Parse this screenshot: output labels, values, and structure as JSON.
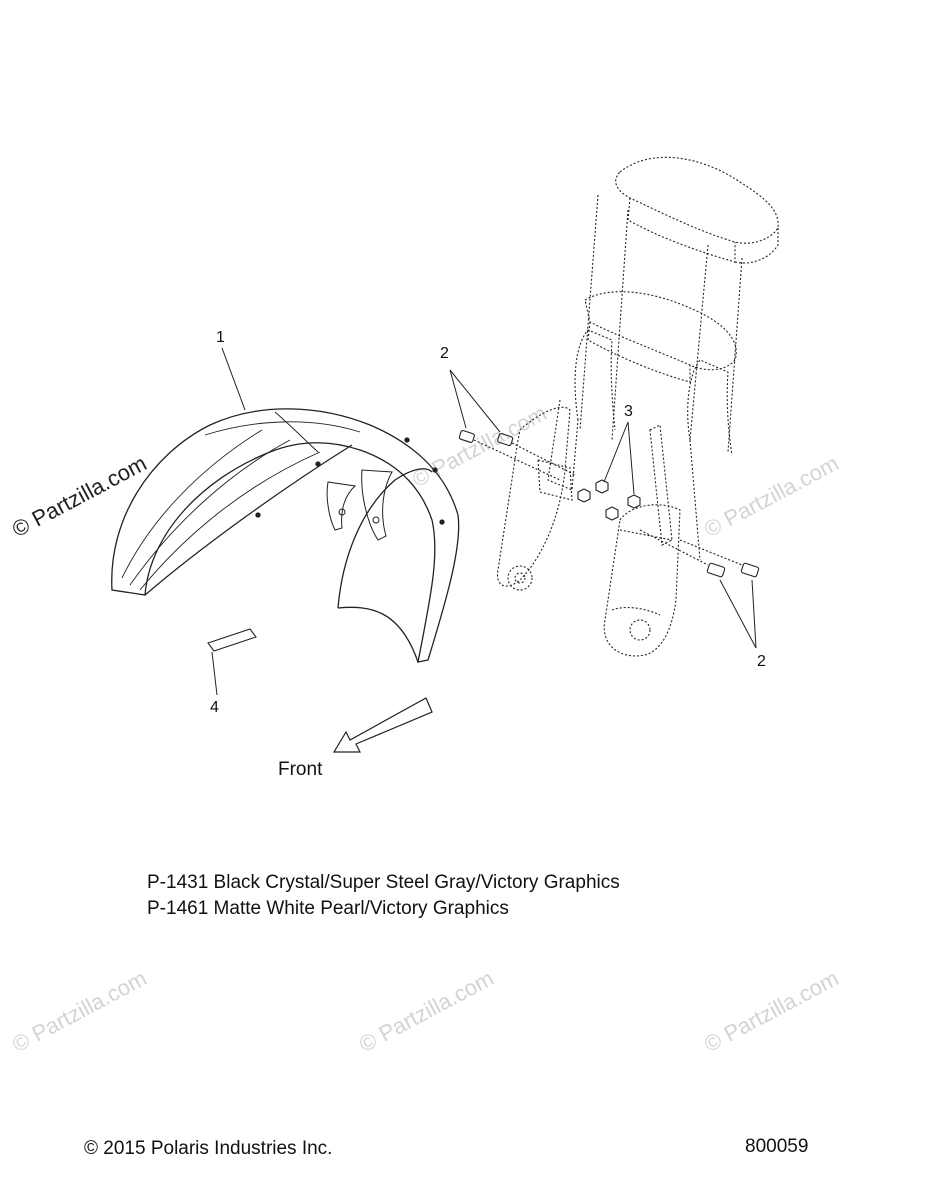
{
  "callouts": {
    "c1": "1",
    "c2_top": "2",
    "c3": "3",
    "c2_bottom": "2",
    "c4": "4"
  },
  "direction_label": "Front",
  "notes": [
    "P-1431 Black Crystal/Super Steel Gray/Victory Graphics",
    "P-1461 Matte White Pearl/Victory Graphics"
  ],
  "footer": {
    "copyright": "© 2015 Polaris Industries Inc.",
    "diagram_number": "800059"
  },
  "watermark": {
    "text": "© Partzilla.com"
  }
}
